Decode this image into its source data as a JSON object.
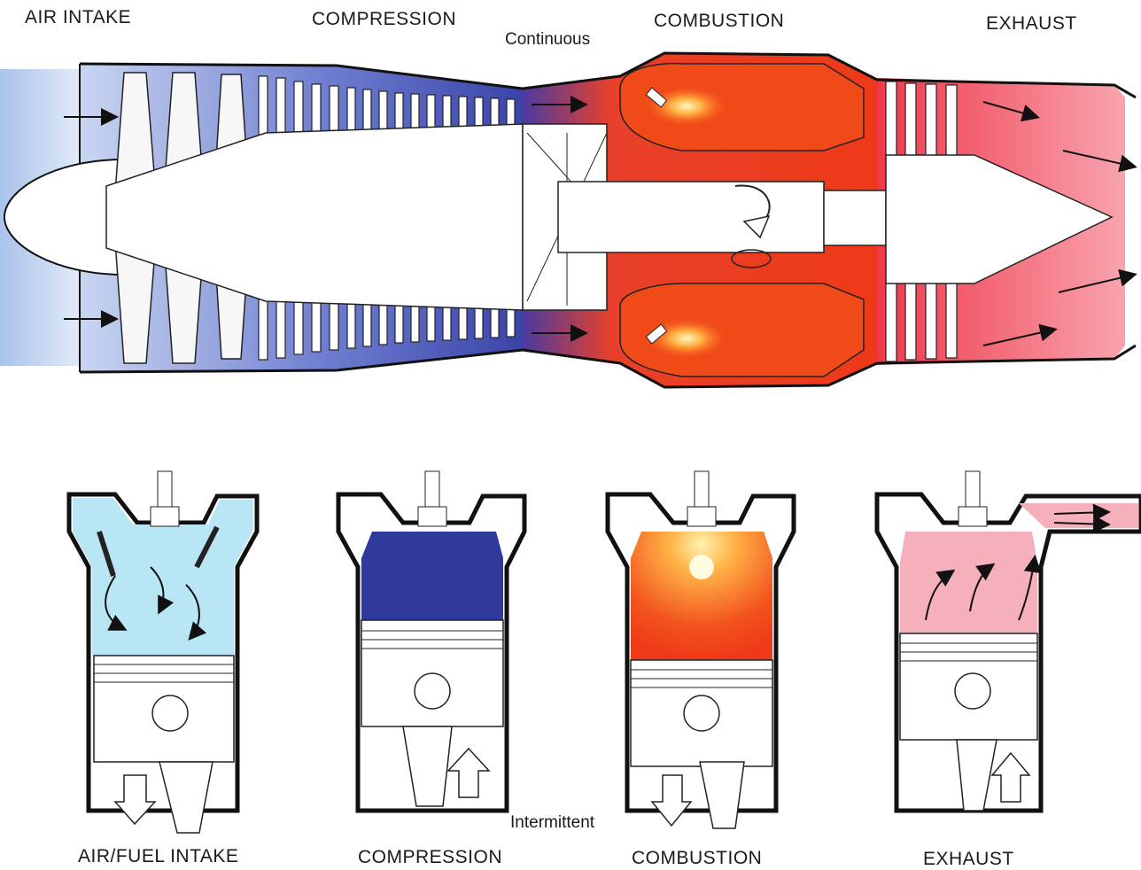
{
  "turbine": {
    "stages": [
      {
        "label": "AIR INTAKE"
      },
      {
        "label": "COMPRESSION"
      },
      {
        "label": "COMBUSTION"
      },
      {
        "label": "EXHAUST"
      }
    ],
    "mode_label": "Continuous"
  },
  "piston": {
    "stages": [
      {
        "label": "AIR/FUEL INTAKE"
      },
      {
        "label": "COMPRESSION"
      },
      {
        "label": "COMBUSTION"
      },
      {
        "label": "EXHAUST"
      }
    ],
    "mode_label": "Intermittent"
  },
  "colors": {
    "intake_blue": "#a9c3ea",
    "compression_blue": "#3a44a8",
    "combustion_red": "#ee3a18",
    "exhaust_red": "#f25a68",
    "cylinder_intake": "#b8e6f4",
    "cylinder_compression": "#2f3a9a",
    "cylinder_exhaust": "#f6b0bc"
  }
}
